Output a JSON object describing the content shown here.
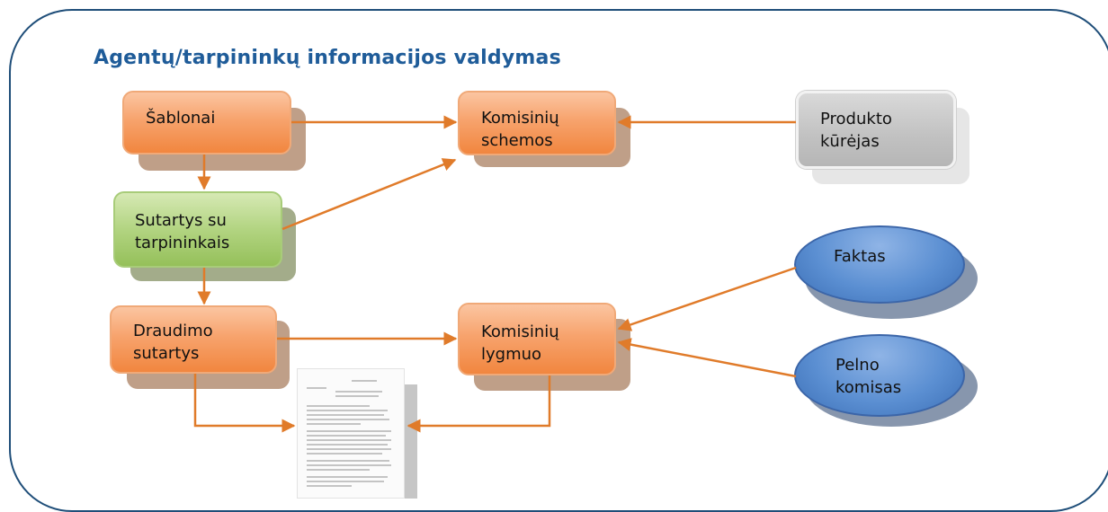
{
  "diagram": {
    "title": "Agentų/tarpininkų informacijos valdymas",
    "nodes": {
      "sablonai": "Šablonai",
      "komisiniu_schemos": {
        "line1": "Komisinių",
        "line2": "schemos"
      },
      "produkto_kurejas": {
        "line1": "Produkto",
        "line2": "kūrėjas"
      },
      "sutartys": {
        "line1": "Sutartys su",
        "line2": "tarpininkais"
      },
      "faktas": "Faktas",
      "draudimo_sutartys": {
        "line1": "Draudimo",
        "line2": "sutartys"
      },
      "komisiniu_lygmuo": {
        "line1": "Komisinių",
        "line2": "lygmuo"
      },
      "pelno_komisas": {
        "line1": "Pelno",
        "line2": "komisas"
      }
    },
    "icons": {
      "document": "document-page-icon"
    },
    "colors": {
      "frame": "#1f4e79",
      "title": "#1f5c99",
      "arrow": "#e07b2a",
      "orange_box": "#f7a36d",
      "green_box": "#b2d481",
      "gray_box": "#c1c1c1",
      "ellipse": "#5b8fd2"
    }
  }
}
